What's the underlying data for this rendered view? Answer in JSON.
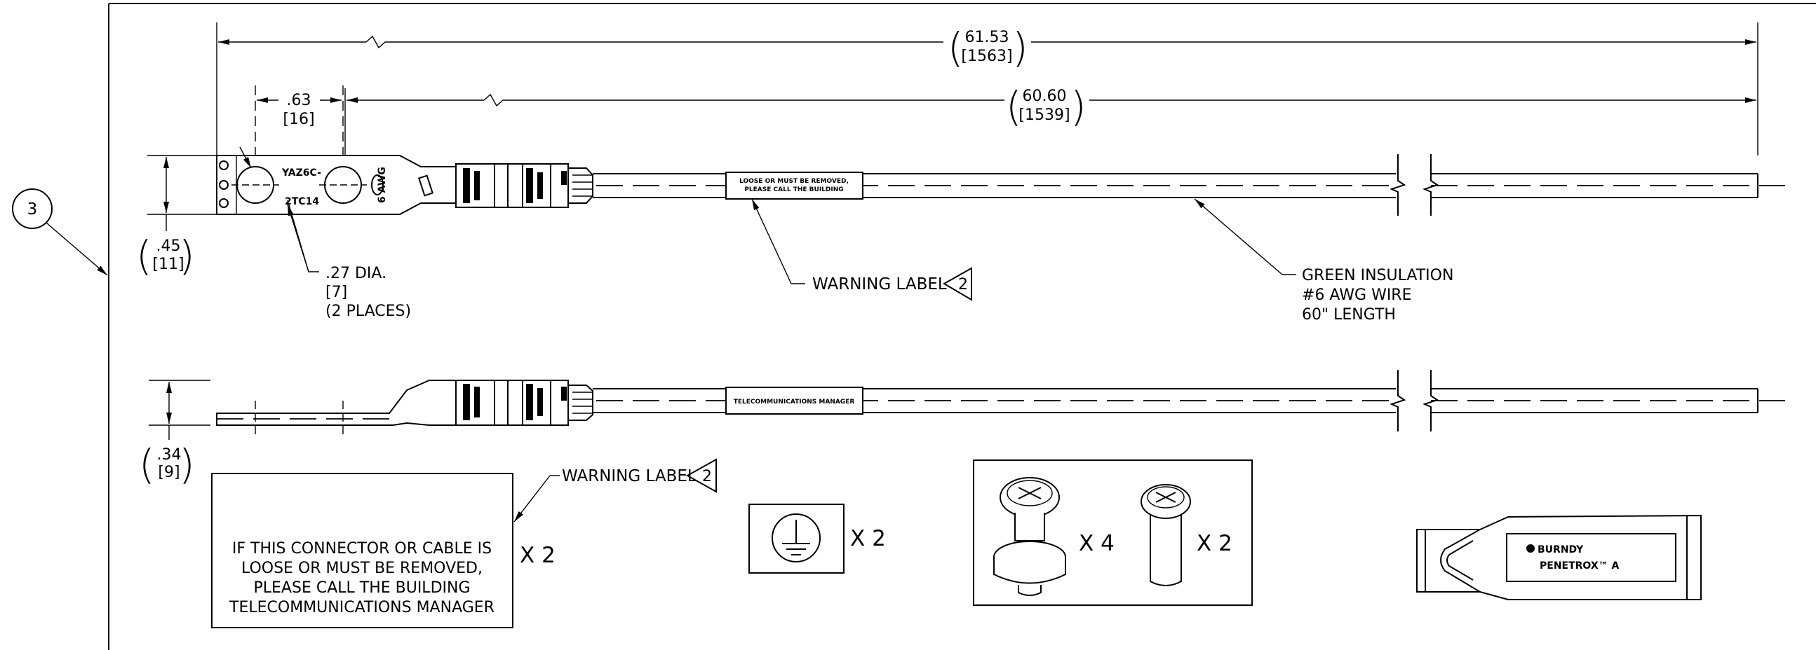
{
  "dimensions": {
    "overall": {
      "in": "61.53",
      "mm": "[1563]"
    },
    "wire": {
      "in": "60.60",
      "mm": "[1539]"
    },
    "hole_spacing": {
      "in": ".63",
      "mm": "[16]"
    },
    "width": {
      "in": ".45",
      "mm": "[11]"
    },
    "thickness": {
      "in": ".34",
      "mm": "[9]"
    }
  },
  "hole_note": {
    "line1": ".27 DIA.",
    "line2": "[7]",
    "line3": "(2 PLACES)"
  },
  "lug": {
    "part_line1": "YAZ6C-",
    "part_line2": "2TC14",
    "wire_size": "6 AWG"
  },
  "wire_note": {
    "line1": "GREEN INSULATION",
    "line2": "#6 AWG WIRE",
    "line3": "60\" LENGTH"
  },
  "warning_callout": {
    "text": "WARNING LABEL",
    "flag": "2"
  },
  "item_balloon": "3",
  "warning_label": {
    "line1": "IF THIS CONNECTOR OR CABLE IS",
    "line2": "LOOSE OR MUST BE REMOVED,",
    "line3": "PLEASE CALL THE BUILDING",
    "line4": "TELECOMMUNICATIONS MANAGER",
    "qty": "X 2"
  },
  "ground_label": {
    "icon": "ground-symbol-icon",
    "qty": "X 2"
  },
  "screws": {
    "flanged_qty": "X 4",
    "plain_qty": "X 2"
  },
  "tube": {
    "brand": "BURNDY",
    "product": "PENETROX™ A"
  },
  "sleeve_text": {
    "top_line1": "LOOSE OR MUST BE REMOVED,",
    "top_line2": "PLEASE CALL THE BUILDING",
    "side_line": "TELECOMMUNICATIONS MANAGER"
  }
}
